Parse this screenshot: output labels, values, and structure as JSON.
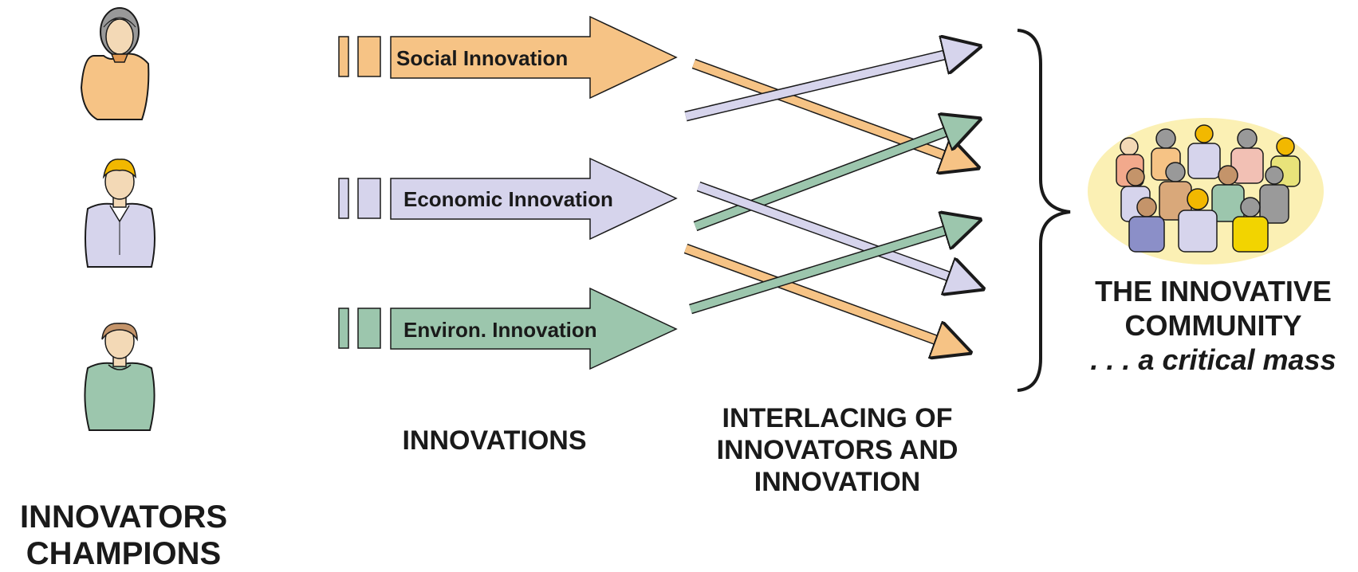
{
  "innovations": [
    {
      "label": "Social  Innovation",
      "color": "#f6c385"
    },
    {
      "label": "Economic Innovation",
      "color": "#d6d4ec"
    },
    {
      "label": "Environ. Innovation",
      "color": "#9cc6ad"
    }
  ],
  "captions": {
    "innovators_line1": "INNOVATORS",
    "innovators_line2": "CHAMPIONS",
    "innovations": "INNOVATIONS",
    "interlacing_line1": "INTERLACING OF",
    "interlacing_line2": "INNOVATORS AND",
    "interlacing_line3": "INNOVATION",
    "community_line1": "THE INNOVATIVE",
    "community_line2": "COMMUNITY",
    "community_line3": ". . . a critical mass"
  },
  "colors": {
    "social": "#f6c385",
    "economic": "#d6d4ec",
    "environ": "#9cc6ad",
    "outline": "#1a1a1a",
    "community_bg": "#fbf0b4"
  },
  "icons": [
    "person-icon-female",
    "person-icon-male",
    "person-icon-male-green",
    "crowd-icon",
    "curly-brace-icon"
  ]
}
